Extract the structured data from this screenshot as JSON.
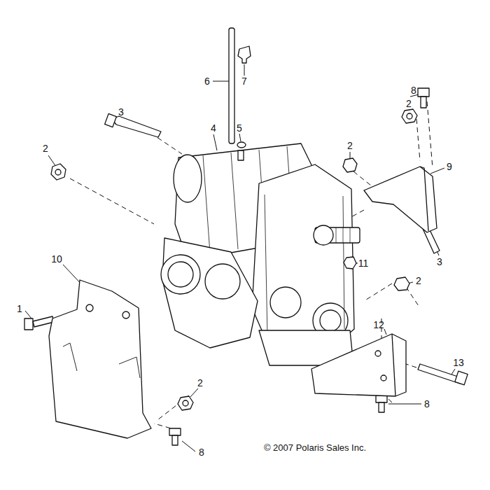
{
  "diagram": {
    "labels": [
      "6",
      "7",
      "8",
      "2",
      "3",
      "4",
      "5",
      "2",
      "2",
      "9",
      "10",
      "3",
      "11",
      "2",
      "1",
      "12",
      "13",
      "2",
      "8",
      "8",
      "© 2007 Polaris Sales Inc."
    ]
  }
}
